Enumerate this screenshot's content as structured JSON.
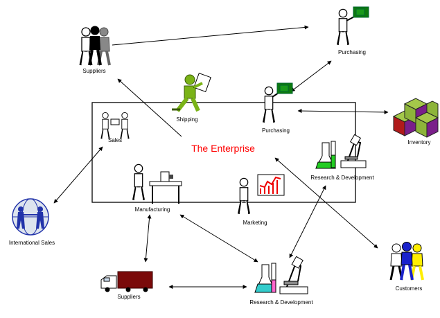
{
  "diagram": {
    "title": "The Enterprise",
    "title_color": "#ff0000",
    "nodes": {
      "suppliers_top": {
        "label": "Suppliers",
        "icon": "people-group-icon"
      },
      "purchasing_top": {
        "label": "Purchasing",
        "icon": "person-carrying-money-icon"
      },
      "shipping": {
        "label": "Shipping",
        "icon": "person-carrying-package-icon"
      },
      "purchasing_inner": {
        "label": "Purchasing",
        "icon": "person-carrying-money-icon"
      },
      "inventory": {
        "label": "Inventory",
        "icon": "stacked-boxes-icon"
      },
      "sales": {
        "label": "Sales",
        "icon": "people-exchange-icon"
      },
      "rnd_inner": {
        "label": "Research & Development",
        "icon": "lab-flask-microscope-icon"
      },
      "manufacturing": {
        "label": "Manufacturing",
        "icon": "person-at-workbench-icon"
      },
      "marketing": {
        "label": "Marketing",
        "icon": "person-with-chart-icon"
      },
      "international_sales": {
        "label": "International Sales",
        "icon": "globe-people-icon"
      },
      "customers": {
        "label": "Customers",
        "icon": "people-group-color-icon"
      },
      "suppliers_bottom": {
        "label": "Suppliers",
        "icon": "delivery-truck-icon"
      },
      "rnd_bottom": {
        "label": "Research & Development",
        "icon": "lab-flask-microscope-icon"
      }
    },
    "colors": {
      "money": "#0d7a0d",
      "shipping_figure": "#7ab317",
      "inventory_green": "#8db43a",
      "inventory_purple": "#7a1f8a",
      "inventory_red": "#b01a1a",
      "truck": "#7a0a0a",
      "flask_green": "#22cc22",
      "flask_cyan": "#33cccc",
      "flask_pink": "#ff66cc",
      "customers_blue": "#1a22cc",
      "customers_yellow": "#ffee00",
      "globe": "#2233aa"
    }
  }
}
